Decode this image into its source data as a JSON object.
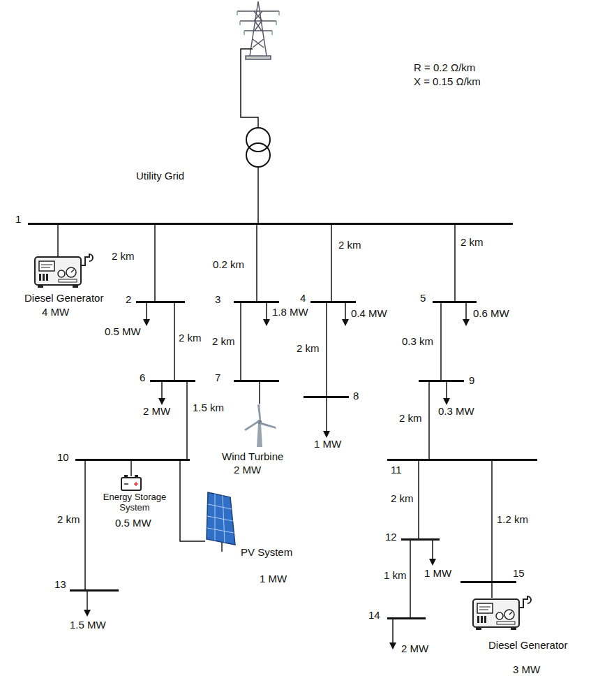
{
  "diagram": {
    "nodes": [
      {
        "text": [
          "1"
        ]
      },
      {
        "text": [
          "2"
        ]
      },
      {
        "text": [
          "3"
        ]
      },
      {
        "text": [
          "4"
        ]
      },
      {
        "text": [
          "5"
        ]
      },
      {
        "text": [
          "6"
        ]
      },
      {
        "text": [
          "7"
        ]
      },
      {
        "text": [
          "8"
        ]
      },
      {
        "text": [
          "9"
        ]
      },
      {
        "text": [
          "10"
        ]
      },
      {
        "text": [
          "11"
        ]
      },
      {
        "text": [
          "12"
        ]
      },
      {
        "text": [
          "13"
        ]
      },
      {
        "text": [
          "14"
        ]
      },
      {
        "text": [
          "15"
        ]
      }
    ],
    "edges": [
      {
        "from": 0,
        "to": 1,
        "arrow": "none",
        "label": "2 km"
      },
      {
        "from": 0,
        "to": 2,
        "arrow": "none",
        "label": "0.2 km"
      },
      {
        "from": 0,
        "to": 3,
        "arrow": "none",
        "label": "2 km"
      },
      {
        "from": 0,
        "to": 4,
        "arrow": "none",
        "label": "2 km"
      },
      {
        "from": 1,
        "to": 5,
        "arrow": "none",
        "label": "2 km"
      },
      {
        "from": 2,
        "to": 6,
        "arrow": "none",
        "label": "2 km"
      },
      {
        "from": 3,
        "to": 7,
        "arrow": "none",
        "label": "2 km"
      },
      {
        "from": 4,
        "to": 8,
        "arrow": "none",
        "label": "0.3 km"
      },
      {
        "from": 5,
        "to": 9,
        "arrow": "none",
        "label": "1.5 km"
      },
      {
        "from": 8,
        "to": 10,
        "arrow": "none",
        "label": "2 km"
      },
      {
        "from": 9,
        "to": 12,
        "arrow": "none",
        "label": "2 km"
      },
      {
        "from": 10,
        "to": 11,
        "arrow": "none",
        "label": "2 km"
      },
      {
        "from": 10,
        "to": 14,
        "arrow": "none",
        "label": "1.2 km"
      },
      {
        "from": 11,
        "to": 13,
        "arrow": "none",
        "label": "1 km"
      }
    ],
    "labels": [
      "Utility Grid",
      "R = 0.2 Ω/km",
      "X = 0.15 Ω/km",
      "Diesel Generator",
      "4 MW",
      "0.5 MW",
      "1.8 MW",
      "0.4 MW",
      "0.6 MW",
      "2 MW",
      "Wind Turbine",
      "2 MW",
      "1 MW",
      "0.3 MW",
      "Energy Storage System",
      "0.5 MW",
      "PV System",
      "1 MW",
      "1.5 MW",
      "1 MW",
      "2 MW",
      "Diesel Generator",
      "3 MW"
    ]
  }
}
